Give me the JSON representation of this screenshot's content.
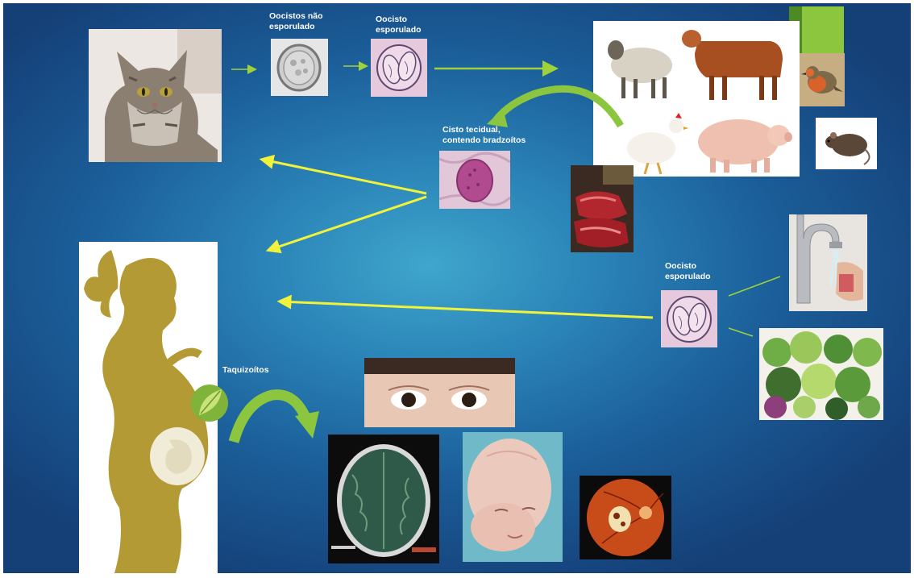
{
  "labels": {
    "oocyst_unsporulated": "Oocistos não\nesporulado",
    "oocyst_sporulated_top": "Oocisto\nesporulado",
    "tissue_cyst": "Cisto tecidual,\ncontendo bradzoítos",
    "oocyst_sporulated_right": "Oocisto\nesporulado",
    "tachyzoites": "Taquizoítos"
  },
  "colors": {
    "background_center": "#3fa6cc",
    "background_edge": "#153f77",
    "accent_green": "#8cc63f",
    "arrow_yellow": "#f2f23a",
    "arrow_green": "#9fd23a",
    "silhouette_gold": "#b39a35"
  },
  "icons": [
    "cat-image",
    "unsporulated-oocyst-image",
    "sporulated-oocyst-image",
    "livestock-image",
    "bird-image",
    "rat-image",
    "tissue-cyst-image",
    "raw-meat-image",
    "water-tap-image",
    "vegetables-image",
    "pregnant-woman-silhouette",
    "fetus-icon",
    "tachyzoite-leaf-icon",
    "infant-eyes-image",
    "brain-ct-image",
    "infant-hydrocephalus-image",
    "retina-lesion-image"
  ]
}
